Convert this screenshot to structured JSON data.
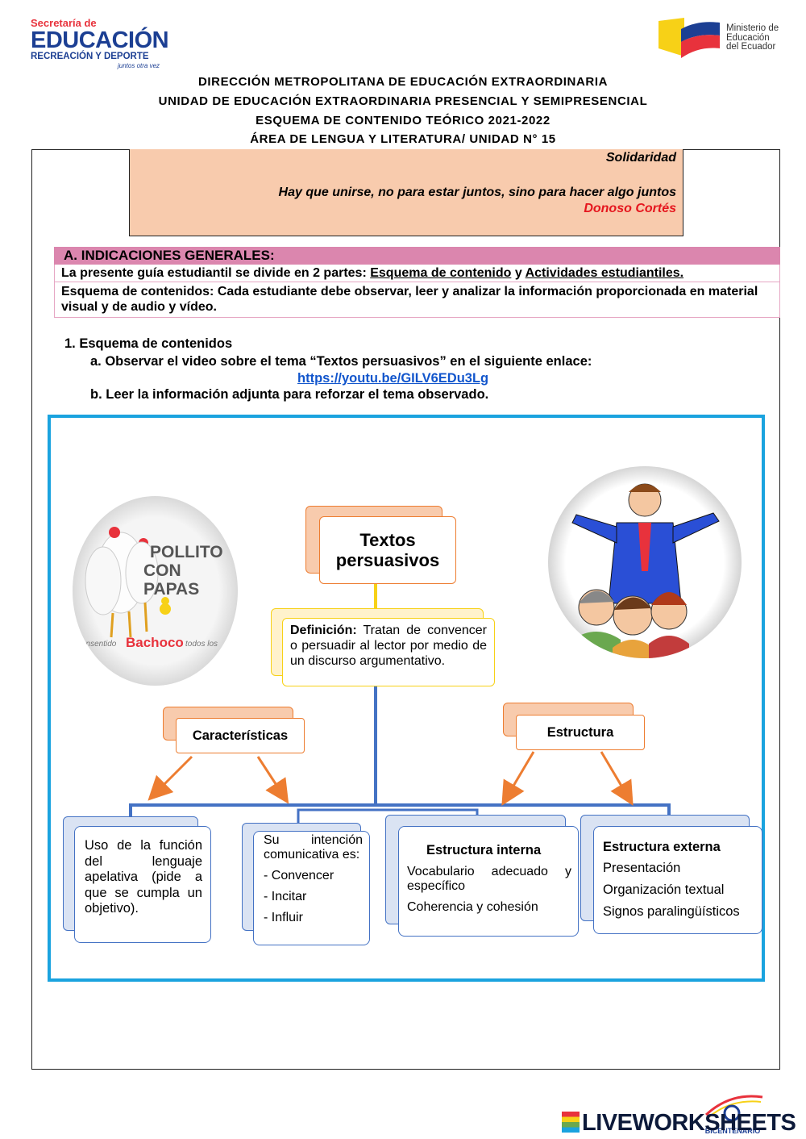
{
  "header": {
    "logo_left": {
      "line1": "Secretaría de",
      "line2": "EDUCACIÓN",
      "line3": "RECREACIÓN Y DEPORTE",
      "line4": "juntos otra vez"
    },
    "logo_right": {
      "line1": "Ministerio de",
      "line2": "Educación",
      "line3": "del Ecuador"
    },
    "lines": [
      "DIRECCIÓN METROPOLITANA DE EDUCACIÓN EXTRAORDINARIA",
      "UNIDAD DE EDUCACIÓN EXTRAORDINARIA PRESENCIAL Y SEMIPRESENCIAL",
      "ESQUEMA DE CONTENIDO TEÓRICO 2021-2022",
      "ÁREA DE LENGUA Y LITERATURA/ UNIDAD N° 15"
    ]
  },
  "quote": {
    "title": "Solidaridad",
    "text": "Hay que unirse, no para estar juntos, sino para hacer algo juntos",
    "author": "Donoso Cortés"
  },
  "indicaciones": {
    "heading": "A. INDICACIONES GENERALES:",
    "row1_prefix": "La presente guía estudiantil se divide en 2 partes: ",
    "row1_part1": "Esquema de contenido",
    "row1_and": " y ",
    "row1_part2": "Actividades estudiantiles.",
    "row2": "Esquema de contenidos: Cada estudiante debe observar, leer y analizar la información proporcionada en material visual y de audio y vídeo."
  },
  "contenidos": {
    "item1": "1.   Esquema de contenidos",
    "item_a": "a.  Observar el video sobre el tema “Textos persuasivos” en el siguiente enlace:",
    "link": "https://youtu.be/GILV6EDu3Lg",
    "item_b": "b.  Leer la información adjunta para reforzar el tema observado."
  },
  "diagram": {
    "ad_image": {
      "line1": "POLLITO",
      "line2": "CON PAPAS",
      "brand": "Bachoco",
      "left_text": "consentido",
      "right_text": "todos los"
    },
    "title": "Textos persuasivos",
    "definicion_label": "Definición:",
    "definicion_text": " Tratan de convencer o persuadir al lector por medio de un discurso argumentativo.",
    "caracteristicas": "Características",
    "estructura": "Estructura",
    "box1": "Uso de la función del lenguaje apelativa (pide a que se cumpla un objetivo).",
    "box2": {
      "intro": "Su intención comunicativa es:",
      "items": [
        "- Convencer",
        "- Incitar",
        "- Influir"
      ]
    },
    "box3": {
      "title": "Estructura interna",
      "items": [
        "Vocabulario adecuado y específico",
        "Coherencia y cohesión"
      ]
    },
    "box4": {
      "title": "Estructura externa",
      "items": [
        "Presentación",
        "Organización textual",
        "Signos paralingüísticos"
      ]
    }
  },
  "footer": {
    "brand": "LIVEWORKSHEETS",
    "badge": "BICENTENARIO"
  },
  "colors": {
    "accent_blue": "#4472c4",
    "frame": "#1aa3df",
    "orange": "#ed7d31",
    "quote_bg": "#f8cbad",
    "pink_bar": "#db86ae"
  }
}
